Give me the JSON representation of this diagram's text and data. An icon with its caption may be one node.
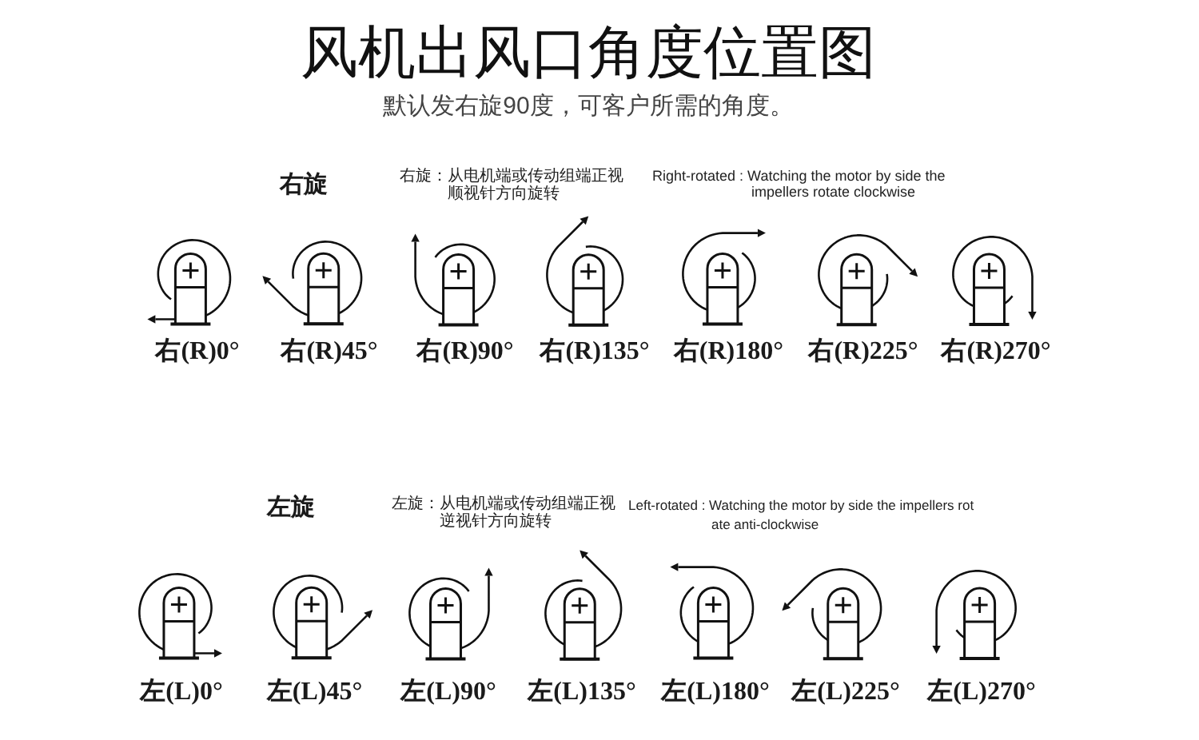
{
  "diagram": {
    "title": "风机出风口角度位置图",
    "labels": [
      "默认发右旋90度，可客户所需的角度。",
      "右旋",
      "右旋：从电机端或传动组端正视顺视针方向旋转",
      "Right-rotated : Watching the motor by side the impellers rotate clockwise",
      "右(R)0°",
      "右(R)45°",
      "右(R)90°",
      "右(R)135°",
      "右(R)180°",
      "右(R)225°",
      "右(R)270°",
      "左旋",
      "左旋：从电机端或传动组端正视逆视针方向旋转",
      "Left-rotated : Watching the motor by side the impellers rot ate anti-clockwise",
      "左(L)0°",
      "左(L)45°",
      "左(L)90°",
      "左(L)135°",
      "左(L)180°",
      "左(L)225°",
      "左(L)270°"
    ]
  }
}
